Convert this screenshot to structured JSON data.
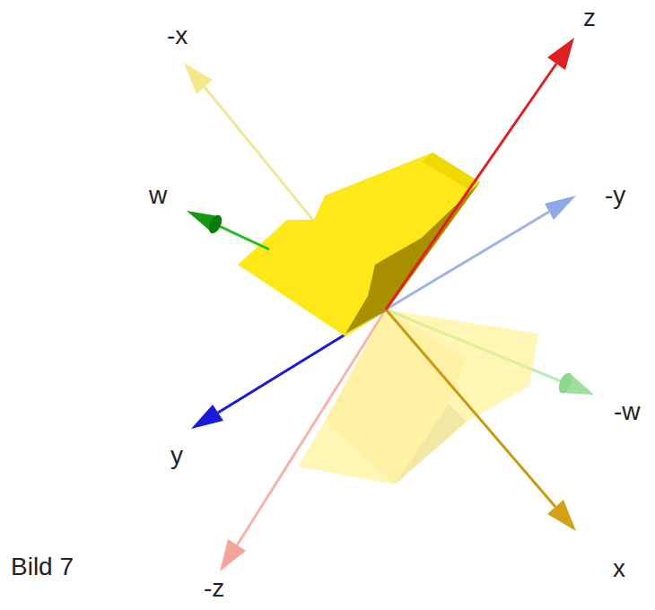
{
  "diagram": {
    "caption": "Bild 7",
    "labels": [
      "-x",
      "z",
      "w",
      "-y",
      "y",
      "-w",
      "x",
      "-z"
    ]
  }
}
